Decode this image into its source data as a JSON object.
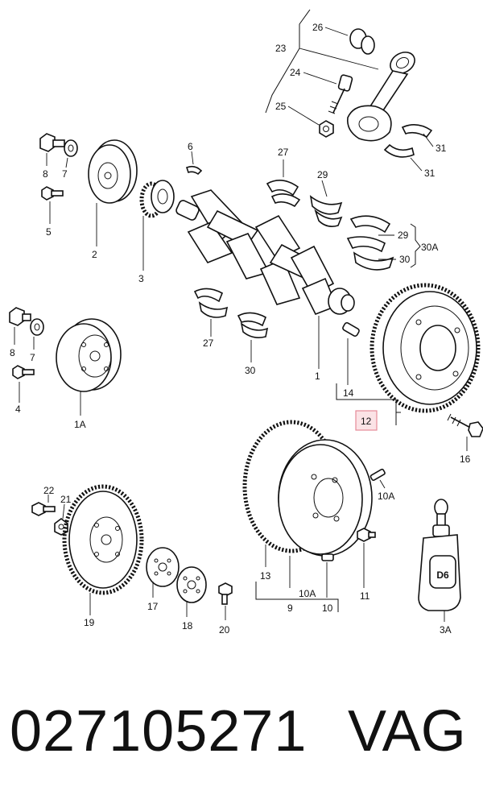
{
  "labels": {
    "l26": "26",
    "l23": "23",
    "l24": "24",
    "l25": "25",
    "l31a": "31",
    "l31b": "31",
    "l8a": "8",
    "l7a": "7",
    "l6": "6",
    "l27a": "27",
    "l29a": "29",
    "l5": "5",
    "l2": "2",
    "l3": "3",
    "l29b": "29",
    "l30a": "30A",
    "l30b": "30",
    "l8b": "8",
    "l7b": "7",
    "l27b": "27",
    "l4": "4",
    "l1a": "1A",
    "l30c": "30",
    "l1": "1",
    "l14": "14",
    "l12": "12",
    "l16": "16",
    "l22": "22",
    "l21": "21",
    "l10a1": "10A",
    "l11": "11",
    "l13": "13",
    "l10a2": "10A",
    "l9": "9",
    "l10": "10",
    "l19": "19",
    "l17": "17",
    "l18": "18",
    "l20": "20",
    "l3a": "3A"
  },
  "bottle_text": "D6",
  "highlight_label": "12",
  "footer": {
    "part_number": "027105271",
    "brand": "VAG"
  }
}
